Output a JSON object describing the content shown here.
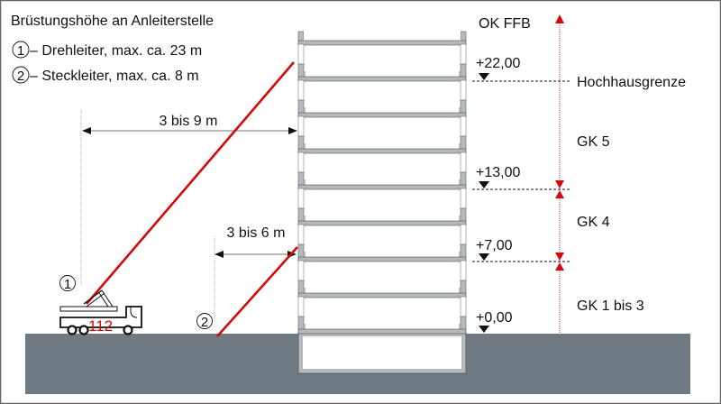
{
  "title": "Brüstungshöhe an Anleiterstelle",
  "legend": [
    {
      "number": "1",
      "label": "– Drehleiter, max. ca. 23 m"
    },
    {
      "number": "2",
      "label": "– Steckleiter, max. ca. 8 m"
    }
  ],
  "distances": {
    "turntable_ladder": "3 bis 9 m",
    "portable_ladder": "3 bis 6 m"
  },
  "levels": {
    "ok_ffb": "OK FFB",
    "l22": "+22,00",
    "l13": "+13,00",
    "l7": "+7,00",
    "l0": "+0,00"
  },
  "boundaries": {
    "high_rise": "Hochhausgrenze"
  },
  "building_classes": {
    "gk5": "GK 5",
    "gk4": "GK 4",
    "gk1_3": "GK 1 bis 3"
  },
  "truck": {
    "label": "112",
    "marker": "1"
  },
  "ladder2_marker": "2",
  "colors": {
    "ladder": "#d10a0a",
    "ground": "#6f7a82",
    "wall": "#b5b9bc",
    "arrow_red": "#d10a0a",
    "frame": "#666666"
  }
}
